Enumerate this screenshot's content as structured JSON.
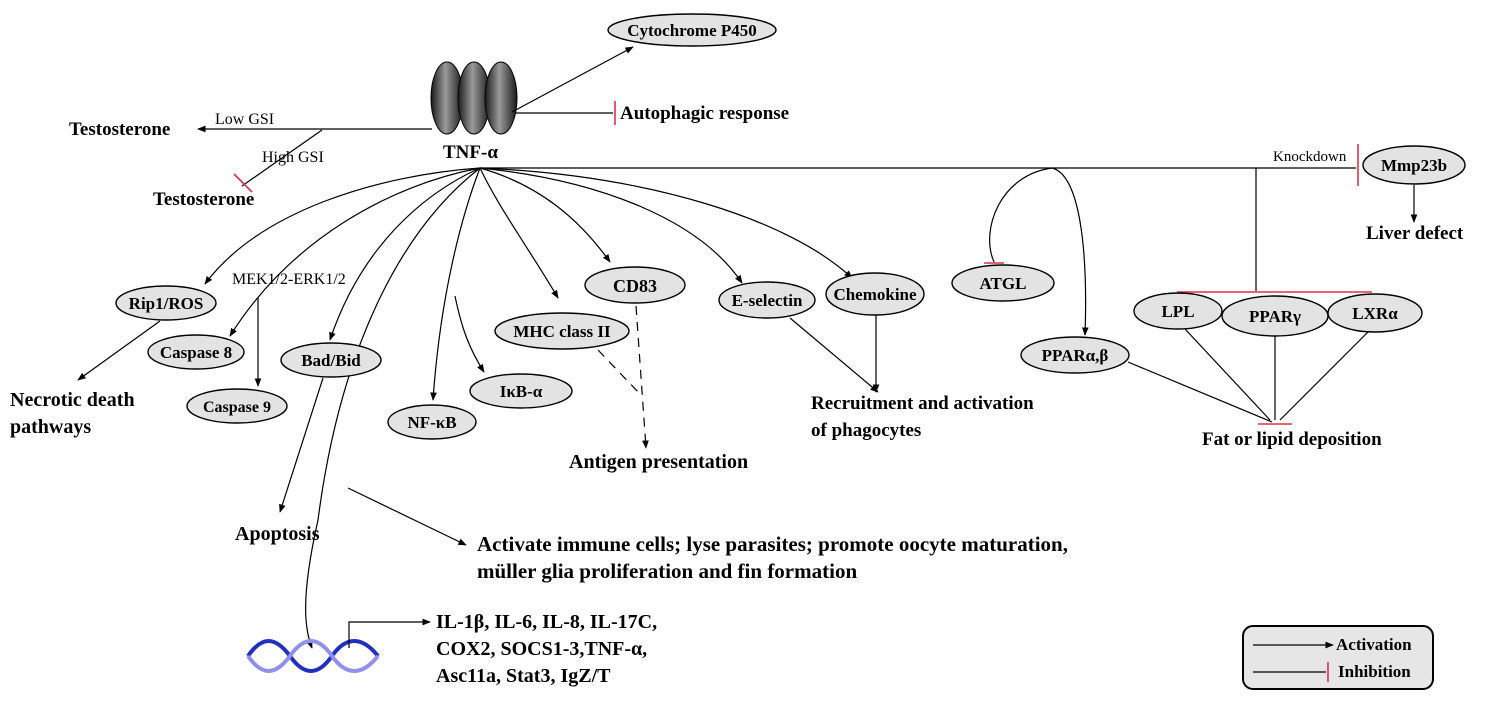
{
  "center": {
    "label": "TNF-α"
  },
  "nodes": {
    "cyp450": "Cytochrome P450",
    "rip1": "Rip1/ROS",
    "casp8": "Caspase 8",
    "casp9": "Caspase 9",
    "badbid": "Bad/Bid",
    "nfkb": "NF-κB",
    "ikba": "IκB-α",
    "mhc": "MHC class II",
    "cd83": "CD83",
    "eselectin": "E-selectin",
    "chemokine": "Chemokine",
    "atgl": "ATGL",
    "ppar_ab": "PPARα,β",
    "lpl": "LPL",
    "ppar_g": "PPARγ",
    "lxra": "LXRα",
    "mmp23b": "Mmp23b"
  },
  "texts": {
    "testosterone_top": "Testosterone",
    "testosterone_bottom": "Testosterone",
    "low_gsi": "Low GSI",
    "high_gsi": "High GSI",
    "autophagic": "Autophagic response",
    "mek_erk": "MEK1/2-ERK1/2",
    "necrotic_1": "Necrotic death",
    "necrotic_2": "pathways",
    "apoptosis": "Apoptosis",
    "antigen": "Antigen presentation",
    "recruit_1": "Recruitment and activation",
    "recruit_2": "of phagocytes",
    "activate_1": "Activate immune cells; lyse parasites; promote oocyte maturation,",
    "activate_2": "müller glia proliferation and fin formation",
    "genes_1": "IL-1β, IL-6, IL-8, IL-17C,",
    "genes_2": "COX2, SOCS1-3,TNF-α,",
    "genes_3": "Asc11a, Stat3, IgZ/T",
    "fat": "Fat  or lipid deposition",
    "knockdown": "Knockdown",
    "liver": "Liver defect"
  },
  "legend": {
    "activation": "Activation",
    "inhibition": "Inhibition"
  },
  "colors": {
    "node_fill": "#e3e3e3",
    "inhibition": "#d9334a",
    "dna_strand_1": "#1f2fbf",
    "dna_strand_2": "#8f8ff0"
  }
}
